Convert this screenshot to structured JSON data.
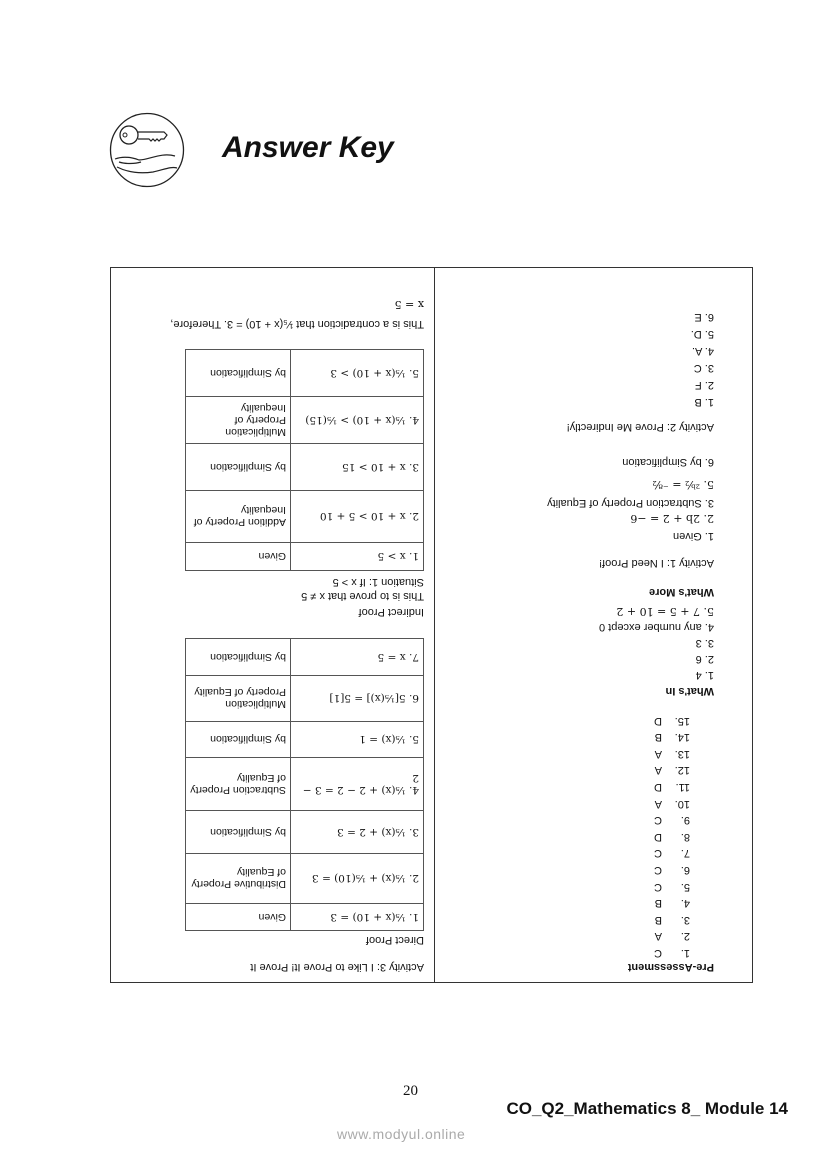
{
  "header": {
    "title": "Answer Key",
    "icon": "key-in-hand-icon"
  },
  "left": {
    "pre_assessment": {
      "heading": "Pre-Assessment",
      "items": [
        {
          "n": "1.",
          "a": "C"
        },
        {
          "n": "2.",
          "a": "A"
        },
        {
          "n": "3.",
          "a": "B"
        },
        {
          "n": "4.",
          "a": "B"
        },
        {
          "n": "5.",
          "a": "C"
        },
        {
          "n": "6.",
          "a": "C"
        },
        {
          "n": "7.",
          "a": "C"
        },
        {
          "n": "8.",
          "a": "D"
        },
        {
          "n": "9.",
          "a": "C"
        },
        {
          "n": "10.",
          "a": "A"
        },
        {
          "n": "11.",
          "a": "D"
        },
        {
          "n": "12.",
          "a": "A"
        },
        {
          "n": "13.",
          "a": "A"
        },
        {
          "n": "14.",
          "a": "B"
        },
        {
          "n": "15.",
          "a": "D"
        }
      ]
    },
    "whats_in": {
      "heading": "What's In",
      "items": [
        "1. 4",
        "2. 6",
        "3. 3",
        "4. any number except 0",
        "5. 7 + 5 = 10 + 2"
      ]
    },
    "whats_more": {
      "heading": "What's More",
      "activity1": {
        "title": "Activity 1: I Need Proof!",
        "items": [
          "1. Given",
          "2. 2b + 2 = −6",
          "3. Subtraction Property of Equality",
          "5. ²ᵇ⁄₂ = ⁻⁸⁄₂",
          "6. by Simplification"
        ]
      },
      "activity2": {
        "title": "Activity 2: Prove Me Indirectly!",
        "items": [
          "1. B",
          "2. F",
          "3. C",
          "4. A.",
          "5. D.",
          "6. E"
        ]
      }
    }
  },
  "right": {
    "activity3_title": "Activity 3: I Like to Prove It! Prove It",
    "direct": {
      "heading": "Direct Proof",
      "rows": [
        {
          "s": "1. ¹⁄₅(x + 10) = 3",
          "r": "Given"
        },
        {
          "s": "2. ¹⁄₅(x) + ¹⁄₅(10) = 3",
          "r": "Distributive Property of Equality"
        },
        {
          "s": "3. ¹⁄₅(x) + 2 = 3",
          "r": "by Simplification"
        },
        {
          "s": "4. ¹⁄₅(x) + 2 − 2 = 3 − 2",
          "r": "Subtraction Property of Equality"
        },
        {
          "s": "5. ¹⁄₅(x) = 1",
          "r": "by Simplification"
        },
        {
          "s": "6. 5[¹⁄₅(x)] = 5[1]",
          "r": "Multiplication Property of Equality"
        },
        {
          "s": "7. x = 5",
          "r": "by Simplification"
        }
      ]
    },
    "indirect": {
      "heading": "Indirect Proof",
      "line1": "This is to prove that x ≠ 5",
      "line2": "Situation 1: If x > 5",
      "rows": [
        {
          "s": "1. x > 5",
          "r": "Given"
        },
        {
          "s": "2. x + 10 > 5 + 10",
          "r": "Addition Property of Inequality"
        },
        {
          "s": "3. x + 10 > 15",
          "r": "by Simplification"
        },
        {
          "s": "4. ¹⁄₅(x + 10) > ¹⁄₅(15)",
          "r": "Multiplication Property of Inequality"
        },
        {
          "s": "5. ¹⁄₅(x + 10) > 3",
          "r": "by Simplification"
        }
      ],
      "conclusion": "This is a contradiction that ¹⁄₅(x + 10) = 3. Therefore,",
      "final": "x = 5"
    }
  },
  "footer": {
    "page_number": "20",
    "module": "CO_Q2_Mathematics 8_ Module 14",
    "watermark": "www.modyul.online"
  }
}
